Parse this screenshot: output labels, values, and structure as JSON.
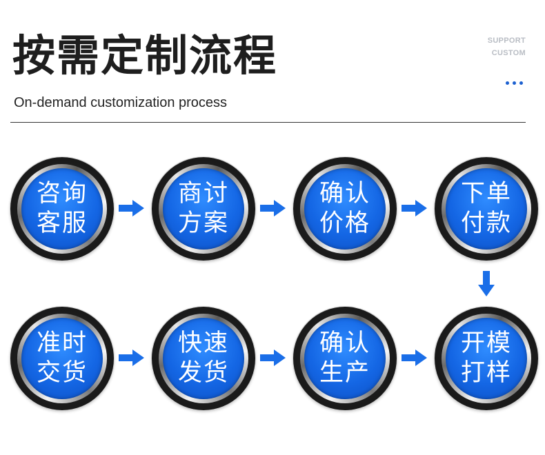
{
  "header": {
    "title_cn": "按需定制流程",
    "title_en": "On-demand customization process",
    "support_line1": "SUPPORT",
    "support_line2": "CUSTOM"
  },
  "colors": {
    "accent": "#1466e4",
    "arrow": "#1a6ee8"
  },
  "steps": [
    {
      "line1": "咨询",
      "line2": "客服"
    },
    {
      "line1": "商讨",
      "line2": "方案"
    },
    {
      "line1": "确认",
      "line2": "价格"
    },
    {
      "line1": "下单",
      "line2": "付款"
    },
    {
      "line1": "开模",
      "line2": "打样"
    },
    {
      "line1": "确认",
      "line2": "生产"
    },
    {
      "line1": "快速",
      "line2": "发货"
    },
    {
      "line1": "准时",
      "line2": "交货"
    }
  ]
}
